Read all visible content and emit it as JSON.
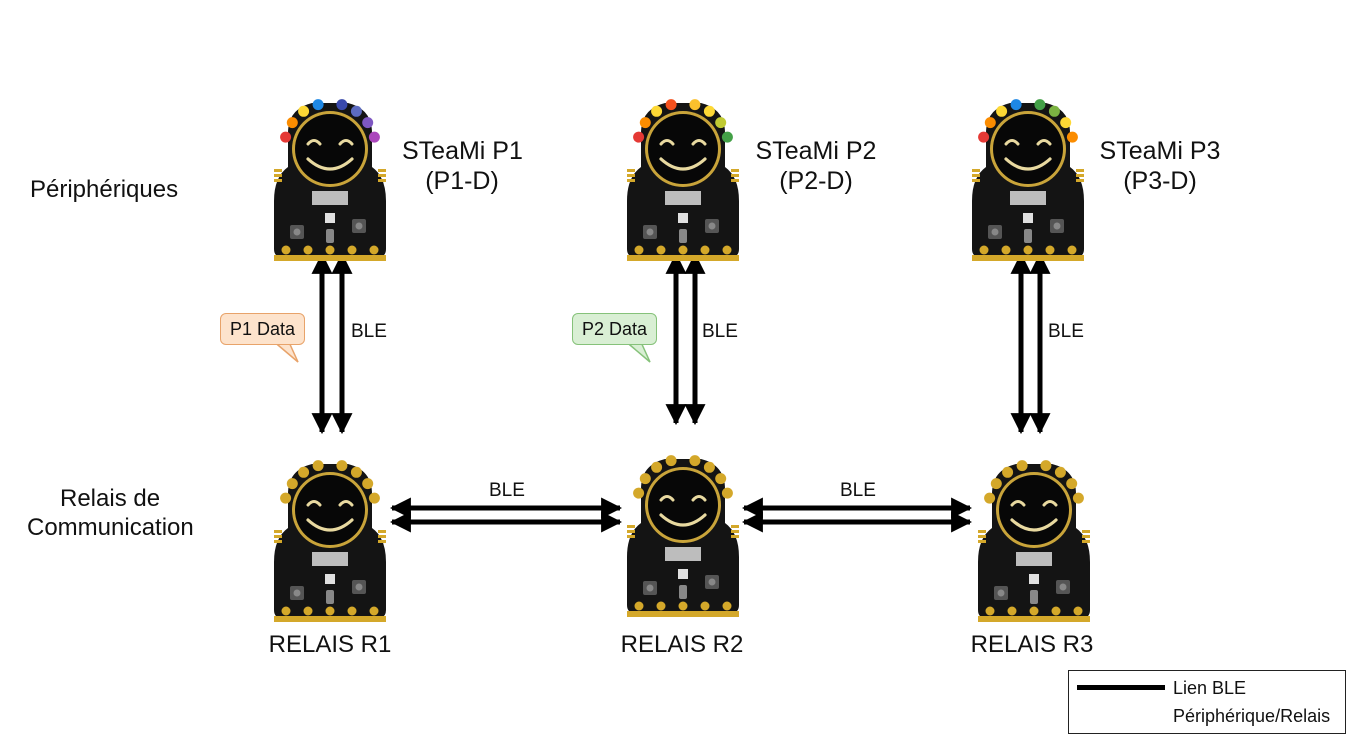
{
  "rows": {
    "peripherals": "Périphériques",
    "relays_line1": "Relais de",
    "relays_line2": "Communication"
  },
  "peripherals": [
    {
      "name": "STeaMi P1",
      "id": "(P1-D)",
      "leds": [
        "#e53935",
        "#fb8c00",
        "#fdd835",
        "#1e88e5"
      ],
      "leds_right": [
        "#ab47bc",
        "#7e57c2",
        "#5c6bc0",
        "#3949ab"
      ]
    },
    {
      "name": "STeaMi P2",
      "id": "(P2-D)",
      "leds": [
        "#e53935",
        "#fb8c00",
        "#fdd835",
        "#f4511e"
      ],
      "leds_right": [
        "#43a047",
        "#c0ca33",
        "#fdd835",
        "#fbc02d"
      ]
    },
    {
      "name": "STeaMi P3",
      "id": "(P3-D)",
      "leds": [
        "#e53935",
        "#fb8c00",
        "#fdd835",
        "#1e88e5"
      ],
      "leds_right": [
        "#fb8c00",
        "#fdd835",
        "#7cb342",
        "#43a047"
      ]
    }
  ],
  "relays": [
    {
      "name": "RELAIS R1"
    },
    {
      "name": "RELAIS R2"
    },
    {
      "name": "RELAIS R3"
    }
  ],
  "links": {
    "vertical": [
      "BLE",
      "BLE",
      "BLE"
    ],
    "horizontal": [
      "BLE",
      "BLE"
    ]
  },
  "bubbles": [
    {
      "text": "P1 Data",
      "fill": "#fde3cc",
      "stroke": "#e8a36a"
    },
    {
      "text": "P2 Data",
      "fill": "#d9efd4",
      "stroke": "#86c27a"
    }
  ],
  "legend": {
    "link": "Lien BLE",
    "device": "Périphérique/Relais"
  },
  "colors": {
    "board": "#111111",
    "gold": "#d4a82a",
    "face_ring": "#c9a43a",
    "smile": "#e8d9a0"
  }
}
